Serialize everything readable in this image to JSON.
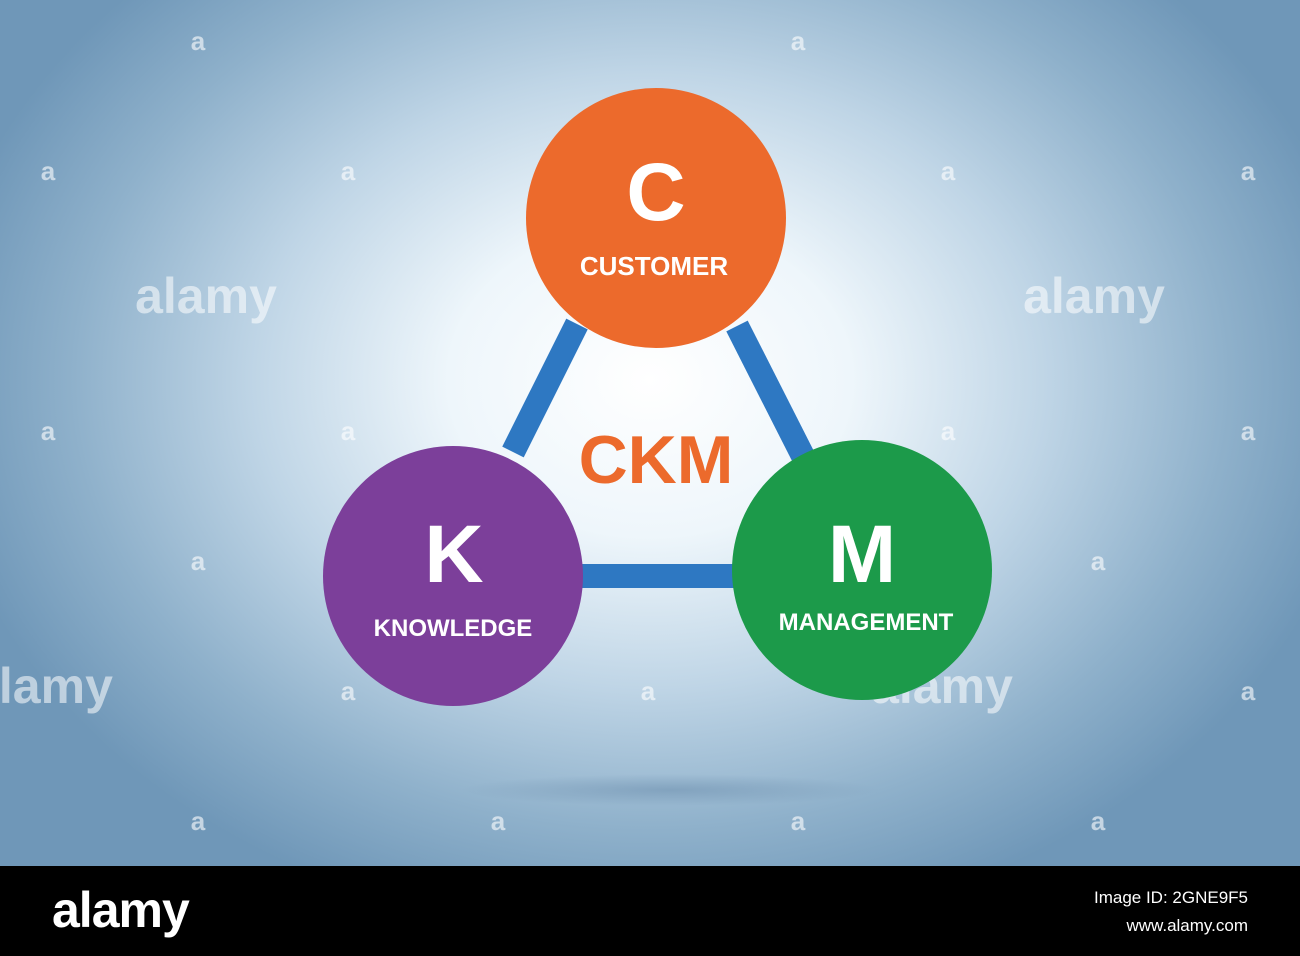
{
  "diagram": {
    "center_label": "CKM",
    "nodes": [
      {
        "letter": "C",
        "word": "CUSTOMER",
        "color": "#ec6a2c"
      },
      {
        "letter": "K",
        "word": "KNOWLEDGE",
        "color": "#7c3f9a"
      },
      {
        "letter": "M",
        "word": "MANAGEMENT",
        "color": "#1c9a4a"
      }
    ],
    "connector_color": "#2e78c2",
    "center_label_color": "#ec6a2c"
  },
  "watermark": {
    "text": "alamy",
    "mark": "a"
  },
  "footer": {
    "logo": "alamy",
    "image_id": "Image ID: 2GNE9F5",
    "url": "www.alamy.com"
  }
}
